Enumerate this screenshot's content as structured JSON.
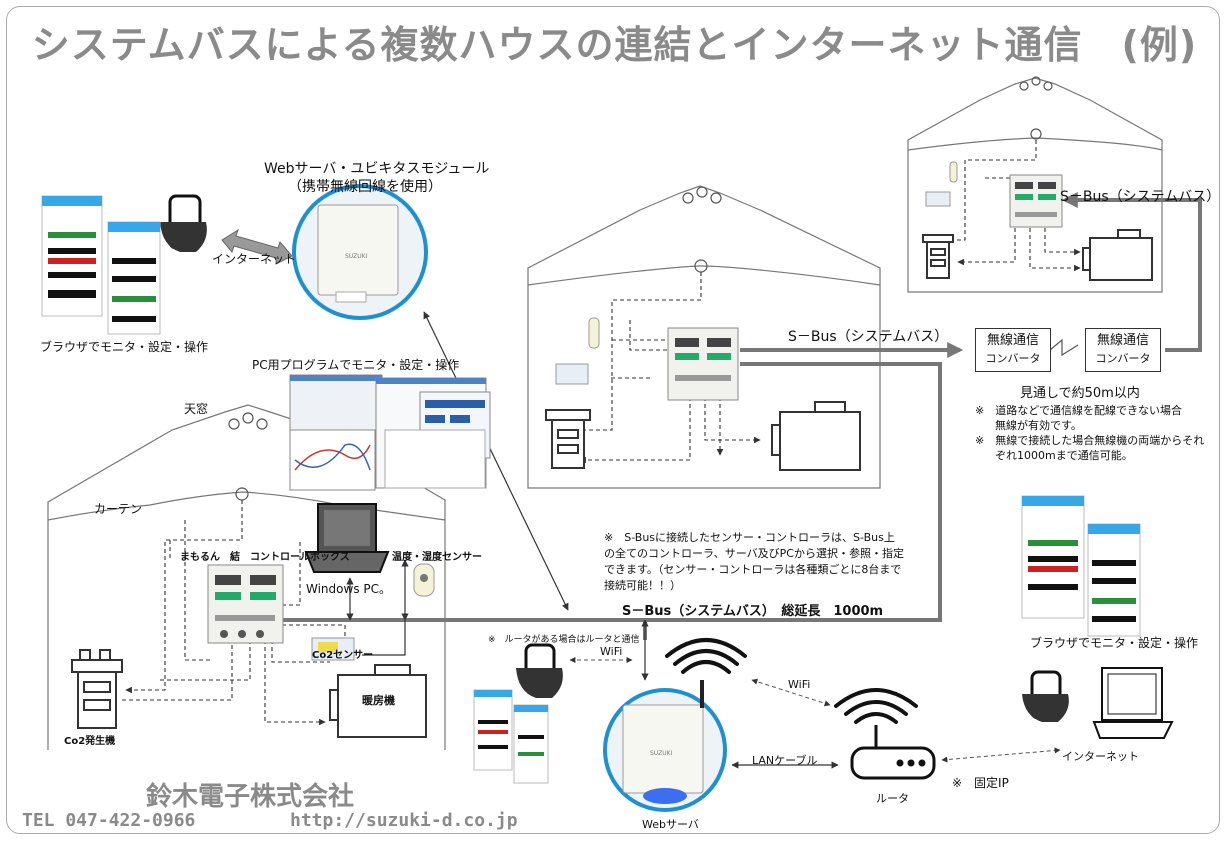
{
  "title": "システムバスによる複数ハウスの連結とインターネット通信　(例)",
  "company": {
    "name": "鈴木電子株式会社",
    "tel": "TEL 047-422-0966",
    "url": "http://suzuki-d.co.jp"
  },
  "labels": {
    "web_module_title": "Webサーバ・ユビキタスモジュール",
    "web_module_sub": "（携帯無線回線を使用）",
    "internet_left": "インターネット",
    "browser_left": "ブラウザでモニタ・設定・操作",
    "pc_program": "PC用プログラムでモニタ・設定・操作",
    "tenmado": "天窓",
    "curtain": "カーテン",
    "control_box": "まもるん　結　コントロールボックス",
    "windows_pc": "Windows PC。",
    "temp_humidity": "温度・湿度センサー",
    "co2_sensor": "Co2センサー",
    "heater": "暖房機",
    "co2_generator": "Co2発生機",
    "sbus_middle": "S－Bus（システムバス）",
    "sbus_right": "S－Bus（システムバス）",
    "wireless_1_line1": "無線通信",
    "wireless_1_line2": "コンバータ",
    "wireless_2_line1": "無線通信",
    "wireless_2_line2": "コンバータ",
    "line_of_sight": "見通しで約50m以内",
    "note_road_1": "※　道路などで通信線を配線できない場合",
    "note_road_2": "無線が有効です。",
    "note_wireless_1": "※　無線で接続した場合無線機の両端からそれ",
    "note_wireless_2": "ぞれ1000mまで通信可能。",
    "sbus_note": "※　S-Busに接続したセンサー・コントローラは、S-Bus上の全てのコントローラ、サーバ及びPCから選択・参照・指定できます。（センサー・コントローラは各種類ごとに8台まで接続可能！！）",
    "sbus_total": "S－Bus（システムバス）　総延長　1000m",
    "router_note": "※　ルータがある場合はルータと通信",
    "wifi_1": "WiFi",
    "wifi_2": "WiFi",
    "lan_cable": "LANケーブル",
    "router": "ルータ",
    "fixed_ip": "※　固定IP",
    "internet_right": "インターネット",
    "web_server": "Webサーバ",
    "browser_right": "ブラウザでモニタ・設定・操作"
  },
  "colors": {
    "title": "#8a8a8a",
    "bus": "#777777",
    "accent_blue": "#1e90d0"
  }
}
